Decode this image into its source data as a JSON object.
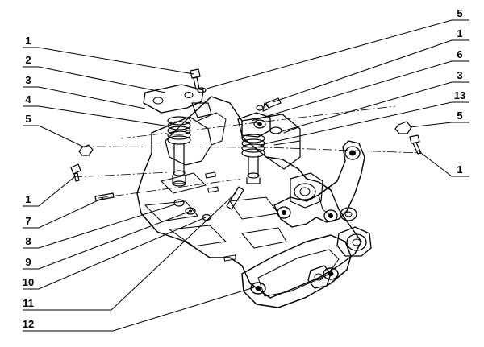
{
  "callouts": {
    "left": [
      "1",
      "2",
      "3",
      "4",
      "5",
      "1",
      "7",
      "8",
      "9",
      "10",
      "11",
      "12"
    ],
    "right": [
      "5",
      "1",
      "6",
      "3",
      "13",
      "5",
      "1"
    ]
  },
  "colors": {
    "ink": "#000000",
    "paper": "#ffffff"
  }
}
